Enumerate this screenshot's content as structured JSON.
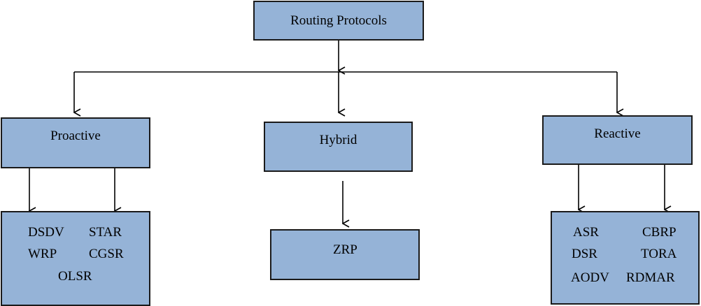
{
  "diagram": {
    "root": {
      "label": "Routing Protocols"
    },
    "categories": [
      {
        "label": "Proactive",
        "protocols": [
          "DSDV",
          "STAR",
          "WRP",
          "CGSR",
          "OLSR"
        ]
      },
      {
        "label": "Hybrid",
        "protocols": [
          "ZRP"
        ]
      },
      {
        "label": "Reactive",
        "protocols": [
          "ASR",
          "CBRP",
          "DSR",
          "TORA",
          "AODV",
          "RDMAR"
        ]
      }
    ]
  },
  "colors": {
    "box_fill": "#95b3d7",
    "box_border": "#1a1a1a",
    "line": "#000000"
  }
}
